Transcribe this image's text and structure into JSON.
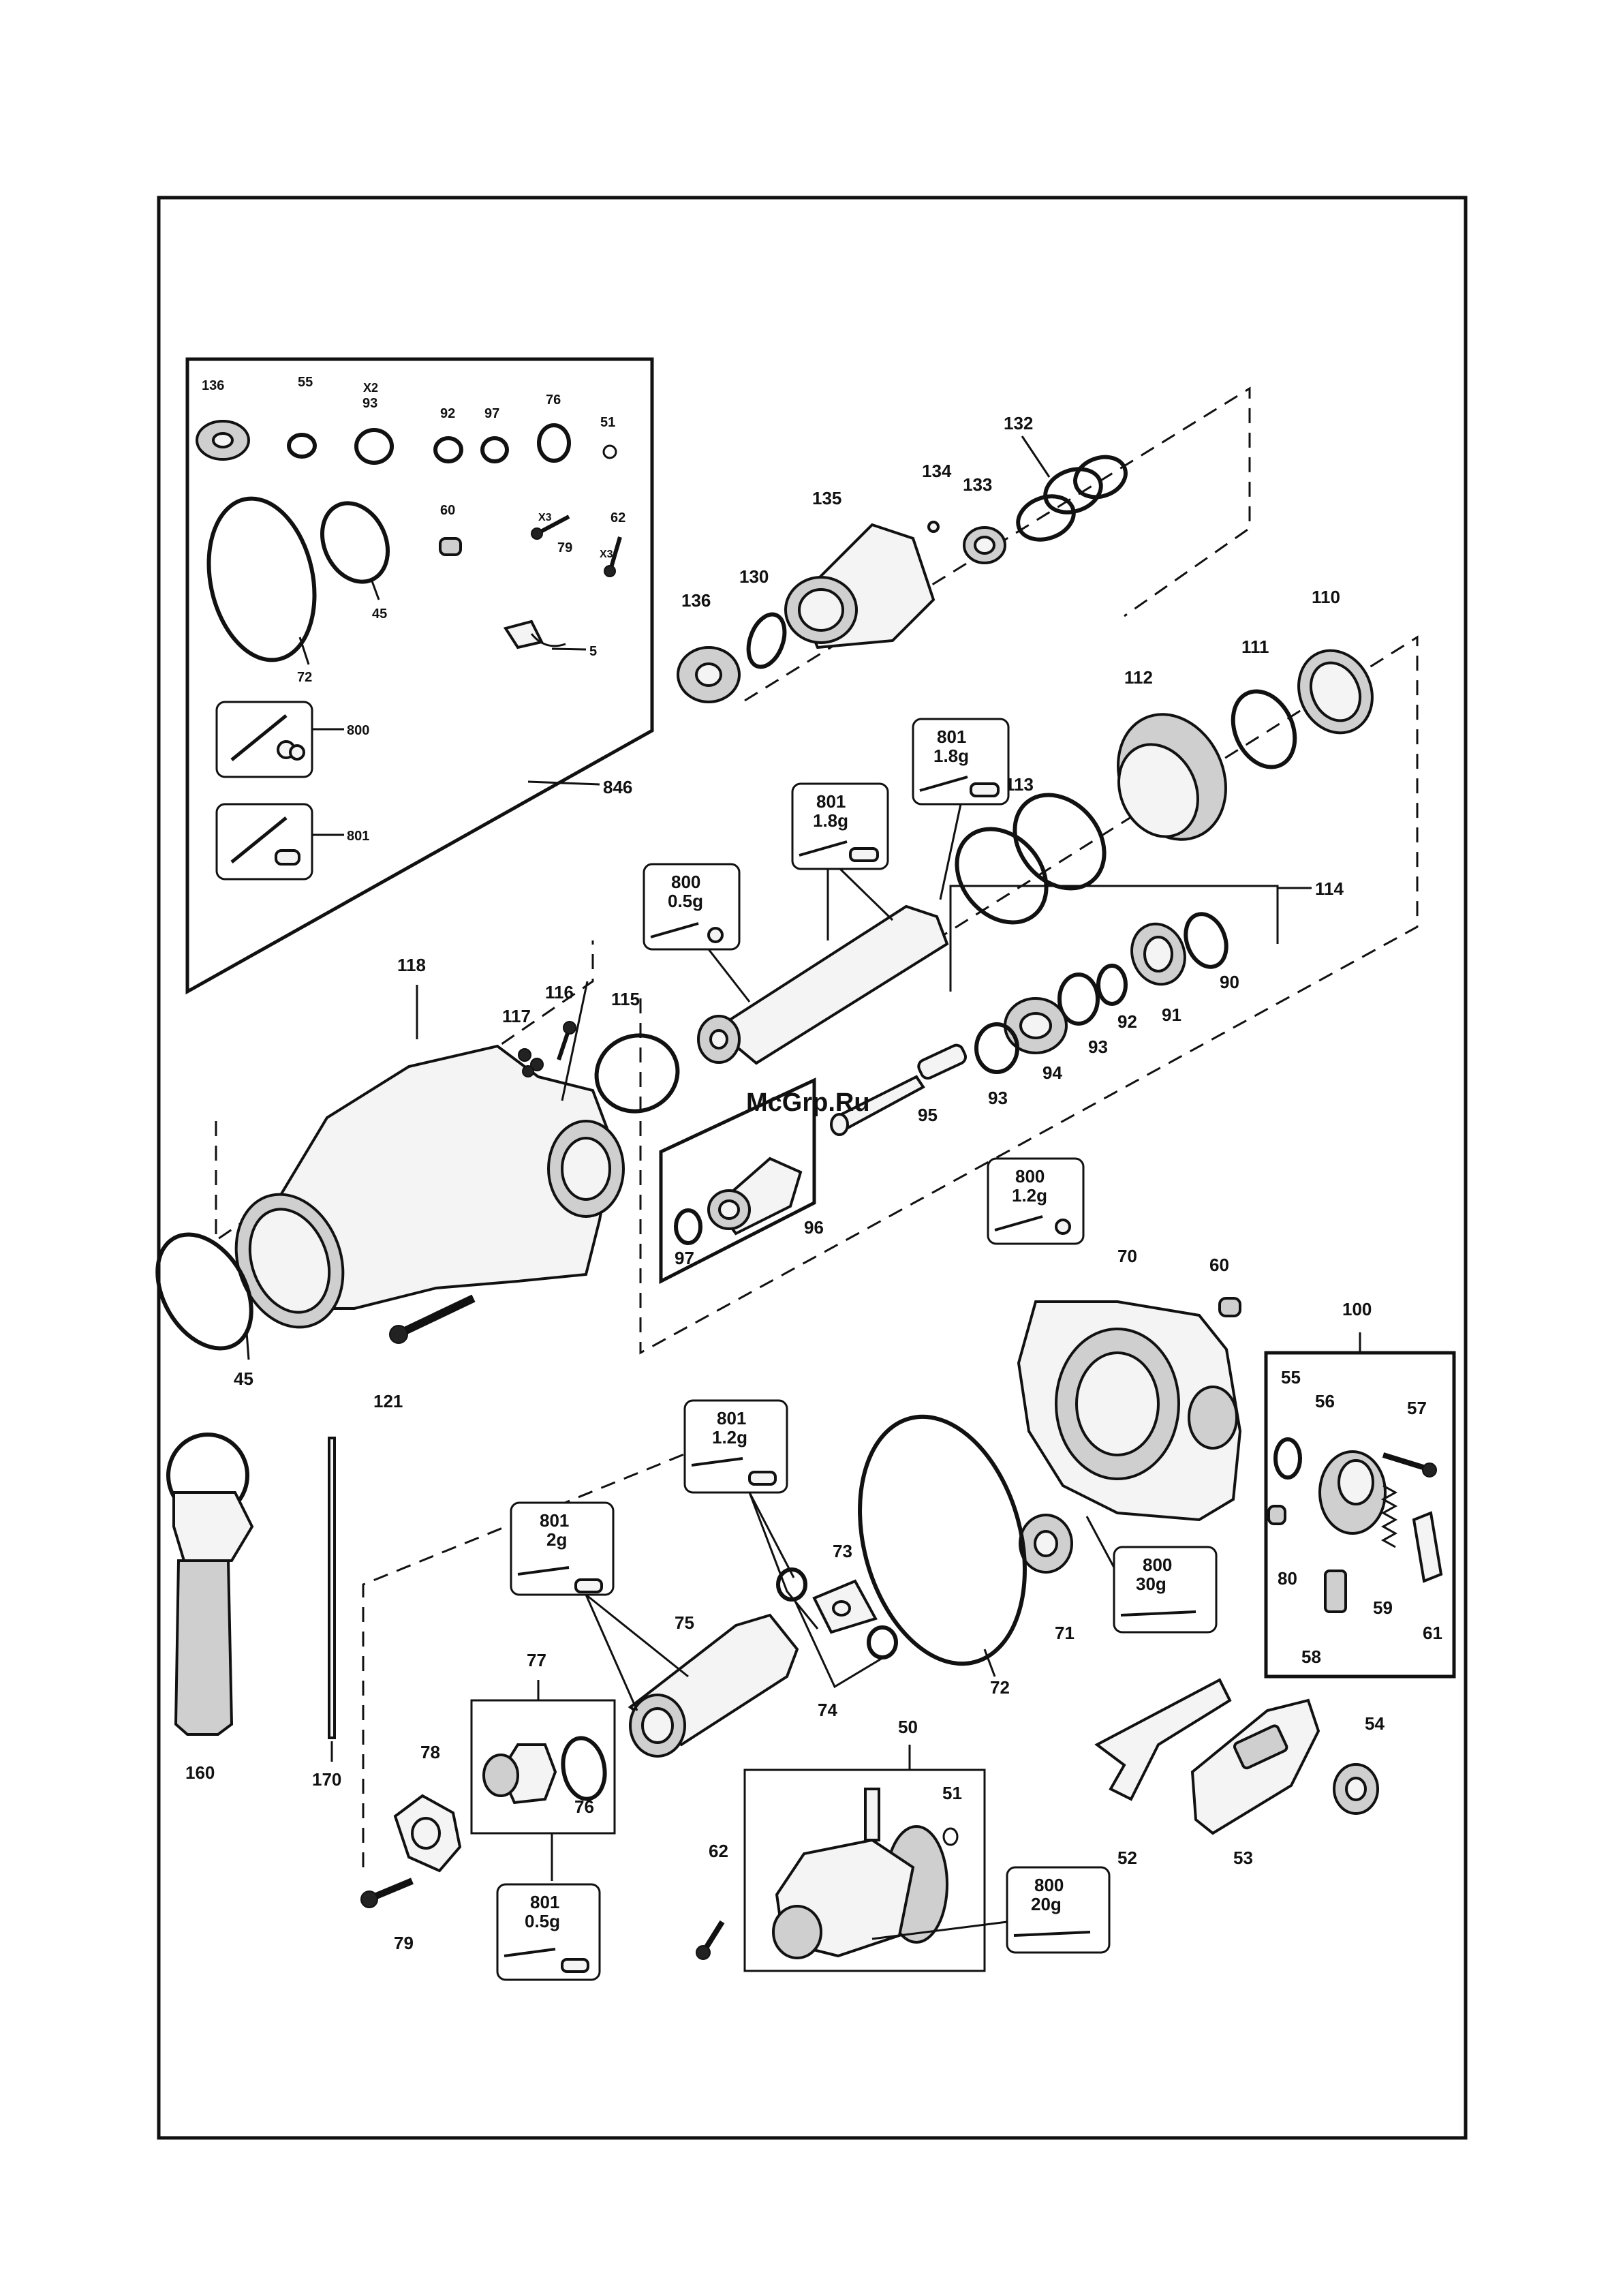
{
  "labels": {
    "l846": "846",
    "l136a": "136",
    "l55a": "55",
    "l93a": "93",
    "lx2": "X2",
    "l92a": "92",
    "l97a": "97",
    "l76a": "76",
    "l51a": "51",
    "l60a": "60",
    "lx3a": "X3",
    "l79a": "79",
    "l62a": "62",
    "lx3b": "X3",
    "l45a": "45",
    "l72a": "72",
    "l5": "5",
    "l800a": "800",
    "l801a": "801",
    "l132": "132",
    "l134": "134",
    "l133": "133",
    "l135": "135",
    "l130": "130",
    "l136b": "136",
    "l110": "110",
    "l111": "111",
    "l112": "112",
    "l113": "113",
    "l114": "114",
    "l90": "90",
    "l91": "91",
    "l92b": "92",
    "l93b": "93",
    "l93c": "93",
    "l94": "94",
    "l95": "95",
    "l96": "96",
    "l97b": "97",
    "l118": "118",
    "l117": "117",
    "l116": "116",
    "l115": "115",
    "l45b": "45",
    "l121": "121",
    "l70": "70",
    "l60b": "60",
    "l100": "100",
    "l55b": "55",
    "l56": "56",
    "l57": "57",
    "l80": "80",
    "l59": "59",
    "l58": "58",
    "l61": "61",
    "l71": "71",
    "l72b": "72",
    "l73": "73",
    "l74": "74",
    "l75": "75",
    "l77": "77",
    "l76b": "76",
    "l78": "78",
    "l79b": "79",
    "l160": "160",
    "l170": "170",
    "l50": "50",
    "l51b": "51",
    "l62b": "62",
    "l52": "52",
    "l53": "53",
    "l54": "54"
  },
  "grease_boxes": {
    "b801_18a": {
      "code": "801",
      "qty": "1.8g"
    },
    "b801_18b": {
      "code": "801",
      "qty": "1.8g"
    },
    "b800_05": {
      "code": "800",
      "qty": "0.5g"
    },
    "b800_12": {
      "code": "800",
      "qty": "1.2g"
    },
    "b801_12": {
      "code": "801",
      "qty": "1.2g"
    },
    "b801_2": {
      "code": "801",
      "qty": "2g"
    },
    "b800_30": {
      "code": "800",
      "qty": "30g"
    },
    "b801_05": {
      "code": "801",
      "qty": "0.5g"
    },
    "b800_20": {
      "code": "800",
      "qty": "20g"
    }
  },
  "watermark": "McGrp.Ru",
  "colors": {
    "ink": "#111111",
    "watermark": "#d42020"
  }
}
